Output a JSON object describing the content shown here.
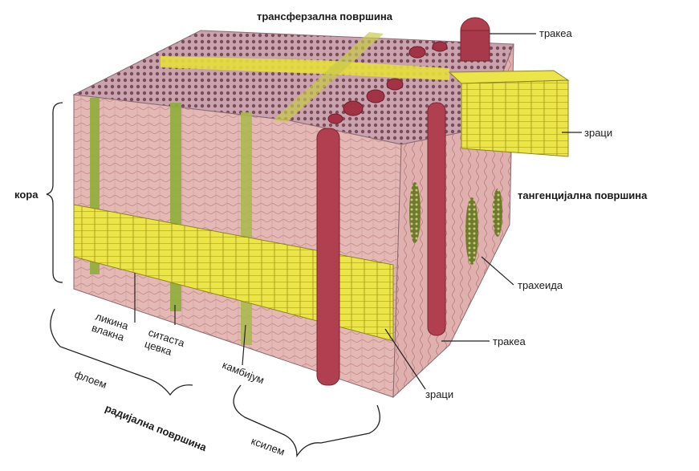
{
  "labels": {
    "top_surface": "трансферзална површина",
    "trakhea_top": "тракеа",
    "rays_top": "зраци",
    "tangential_surface": "тангенцијална површина",
    "bark": "кора",
    "trakheid": "трахеида",
    "trakhea_mid": "тракеа",
    "rays_bottom": "зраци",
    "phloem_parenchyma_line1": "ликина",
    "phloem_parenchyma_line2": "влакна",
    "sieve_tubes_line1": "ситаста",
    "sieve_tubes_line2": "цевка",
    "phloem": "флоем",
    "cambium": "камбијум",
    "radial_surface": "радијална површина",
    "xylem": "ксилем"
  },
  "colors": {
    "bark_pink": "#d9a6a8",
    "ray_yellow": "#e6de3a",
    "vessel_red": "#b0404f",
    "sieve_green": "#8fae3c",
    "top_dots": "#7b4b5c"
  }
}
